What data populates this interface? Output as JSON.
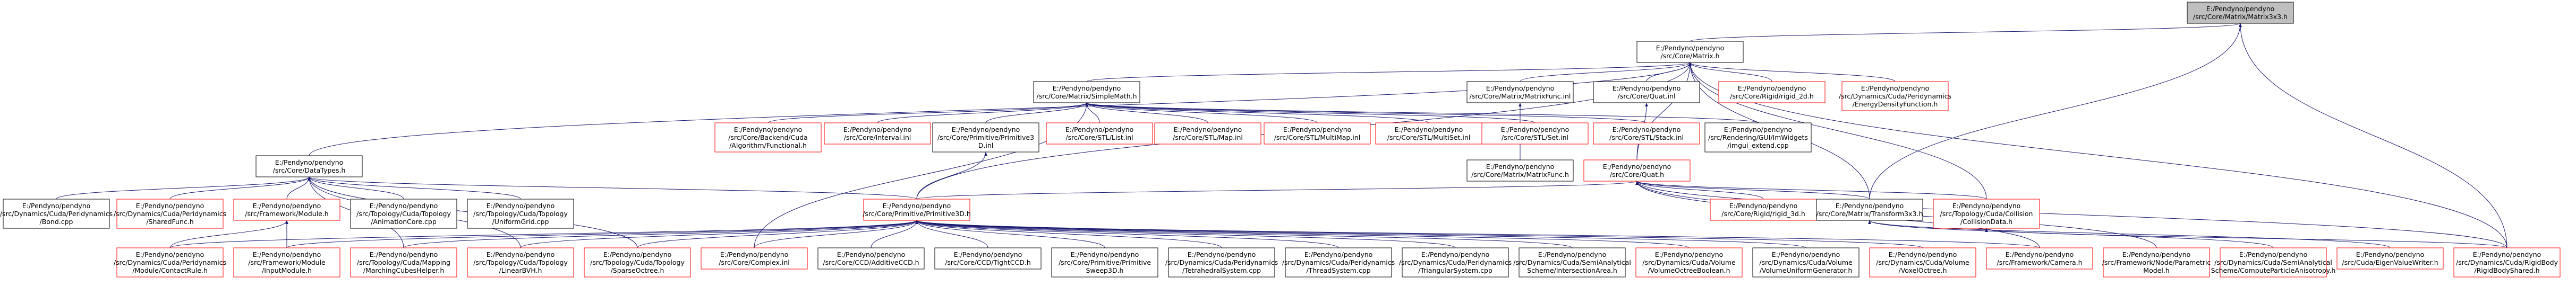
{
  "colors": {
    "edge": "#191970",
    "root_fill": "#bfbfbf",
    "root_border": "#000000",
    "node_border": "#000000",
    "external_border": "#ff0000",
    "node_fill": "#ffffff",
    "text": "#000000"
  },
  "graph": {
    "nodes": [
      {
        "id": "matrix3x3",
        "label": [
          "E:/Pendyno/pendyno",
          "/src/Core/Matrix/Matrix3x3.h"
        ],
        "kind": "root"
      },
      {
        "id": "matrix",
        "label": [
          "E:/Pendyno/pendyno",
          "/src/Core/Matrix.h"
        ],
        "kind": "normal"
      },
      {
        "id": "simplemath",
        "label": [
          "E:/Pendyno/pendyno",
          "/src/Core/Matrix/SimpleMath.h"
        ],
        "kind": "normal"
      },
      {
        "id": "matrixfunc_inl",
        "label": [
          "E:/Pendyno/pendyno",
          "/src/Core/Matrix/MatrixFunc.inl"
        ],
        "kind": "normal"
      },
      {
        "id": "quat_inl",
        "label": [
          "E:/Pendyno/pendyno",
          "/src/Core/Quat.inl"
        ],
        "kind": "normal"
      },
      {
        "id": "rigid2d",
        "label": [
          "E:/Pendyno/pendyno",
          "/src/Core/Rigid/rigid_2d.h"
        ],
        "kind": "external"
      },
      {
        "id": "energydensity",
        "label": [
          "E:/Pendyno/pendyno",
          "/src/Dynamics/Cuda/Peridynamics",
          "/EnergyDensityFunction.h"
        ],
        "kind": "external"
      },
      {
        "id": "datatypes",
        "label": [
          "E:/Pendyno/pendyno",
          "/src/Core/DataTypes.h"
        ],
        "kind": "normal"
      },
      {
        "id": "functional",
        "label": [
          "E:/Pendyno/pendyno",
          "/src/Core/Backend/Cuda",
          "/Algorithm/Functional.h"
        ],
        "kind": "external"
      },
      {
        "id": "interval_inl",
        "label": [
          "E:/Pendyno/pendyno",
          "/src/Core/Interval.inl"
        ],
        "kind": "external"
      },
      {
        "id": "primitive3d_inl",
        "label": [
          "E:/Pendyno/pendyno",
          "/src/Core/Primitive/Primitive3",
          "D.inl"
        ],
        "kind": "normal"
      },
      {
        "id": "stl_list",
        "label": [
          "E:/Pendyno/pendyno",
          "/src/Core/STL/List.inl"
        ],
        "kind": "external"
      },
      {
        "id": "stl_map",
        "label": [
          "E:/Pendyno/pendyno",
          "/src/Core/STL/Map.inl"
        ],
        "kind": "external"
      },
      {
        "id": "stl_multimap",
        "label": [
          "E:/Pendyno/pendyno",
          "/src/Core/STL/MultiMap.inl"
        ],
        "kind": "external"
      },
      {
        "id": "stl_multiset",
        "label": [
          "E:/Pendyno/pendyno",
          "/src/Core/STL/MultiSet.inl"
        ],
        "kind": "external"
      },
      {
        "id": "stl_set",
        "label": [
          "E:/Pendyno/pendyno",
          "/src/Core/STL/Set.inl"
        ],
        "kind": "external"
      },
      {
        "id": "stl_stack",
        "label": [
          "E:/Pendyno/pendyno",
          "/src/Core/STL/Stack.inl"
        ],
        "kind": "external"
      },
      {
        "id": "imgui_extend",
        "label": [
          "E:/Pendyno/pendyno",
          "/src/Rendering/GUI/ImWidgets",
          "/imgui_extend.cpp"
        ],
        "kind": "normal"
      },
      {
        "id": "matrixfunc_h",
        "label": [
          "E:/Pendyno/pendyno",
          "/src/Core/Matrix/MatrixFunc.h"
        ],
        "kind": "normal"
      },
      {
        "id": "quat_h",
        "label": [
          "E:/Pendyno/pendyno",
          "/src/Core/Quat.h"
        ],
        "kind": "external"
      },
      {
        "id": "bond",
        "label": [
          "E:/Pendyno/pendyno",
          "/src/Dynamics/Cuda/Peridynamics",
          "/Bond.cpp"
        ],
        "kind": "normal"
      },
      {
        "id": "sharedfunc",
        "label": [
          "E:/Pendyno/pendyno",
          "/src/Dynamics/Cuda/Peridynamics",
          "/SharedFunc.h"
        ],
        "kind": "external"
      },
      {
        "id": "module_h",
        "label": [
          "E:/Pendyno/pendyno",
          "/src/Framework/Module.h"
        ],
        "kind": "external"
      },
      {
        "id": "animationcore",
        "label": [
          "E:/Pendyno/pendyno",
          "/src/Topology/Cuda/Topology",
          "/AnimationCore.cpp"
        ],
        "kind": "normal"
      },
      {
        "id": "uniformgrid",
        "label": [
          "E:/Pendyno/pendyno",
          "/src/Topology/Cuda/Topology",
          "/UniformGrid.cpp"
        ],
        "kind": "normal"
      },
      {
        "id": "primitive3d_h",
        "label": [
          "E:/Pendyno/pendyno",
          "/src/Core/Primitive/Primitive3D.h"
        ],
        "kind": "external"
      },
      {
        "id": "rigid3d",
        "label": [
          "E:/Pendyno/pendyno",
          "/src/Core/Rigid/rigid_3d.h"
        ],
        "kind": "external"
      },
      {
        "id": "transform3x3",
        "label": [
          "E:/Pendyno/pendyno",
          "/src/Core/Matrix/Transform3x3.h"
        ],
        "kind": "normal"
      },
      {
        "id": "collisiondata",
        "label": [
          "E:/Pendyno/pendyno",
          "/src/Topology/Cuda/Collision",
          "/CollisionData.h"
        ],
        "kind": "external"
      },
      {
        "id": "contactrule",
        "label": [
          "E:/Pendyno/pendyno",
          "/src/Dynamics/Cuda/Peridynamics",
          "/Module/ContactRule.h"
        ],
        "kind": "external"
      },
      {
        "id": "inputmodule",
        "label": [
          "E:/Pendyno/pendyno",
          "/src/Framework/Module",
          "/InputModule.h"
        ],
        "kind": "external"
      },
      {
        "id": "marchingcubes",
        "label": [
          "E:/Pendyno/pendyno",
          "/src/Topology/Cuda/Mapping",
          "/MarchingCubesHelper.h"
        ],
        "kind": "external"
      },
      {
        "id": "linearbvh",
        "label": [
          "E:/Pendyno/pendyno",
          "/src/Topology/Cuda/Topology",
          "/LinearBVH.h"
        ],
        "kind": "external"
      },
      {
        "id": "sparseoctree",
        "label": [
          "E:/Pendyno/pendyno",
          "/src/Topology/Cuda/Topology",
          "/SparseOctree.h"
        ],
        "kind": "external"
      },
      {
        "id": "complex_inl",
        "label": [
          "E:/Pendyno/pendyno",
          "/src/Core/Complex.inl"
        ],
        "kind": "external"
      },
      {
        "id": "additiveccd",
        "label": [
          "E:/Pendyno/pendyno",
          "/src/Core/CCD/AdditiveCCD.h"
        ],
        "kind": "normal"
      },
      {
        "id": "tightccd",
        "label": [
          "E:/Pendyno/pendyno",
          "/src/Core/CCD/TightCCD.h"
        ],
        "kind": "normal"
      },
      {
        "id": "primitivesweep",
        "label": [
          "E:/Pendyno/pendyno",
          "/src/Core/Primitive/Primitive",
          "Sweep3D.h"
        ],
        "kind": "normal"
      },
      {
        "id": "tetrahedral",
        "label": [
          "E:/Pendyno/pendyno",
          "/src/Dynamics/Cuda/Peridynamics",
          "/TetrahedralSystem.cpp"
        ],
        "kind": "normal"
      },
      {
        "id": "threadsystem",
        "label": [
          "E:/Pendyno/pendyno",
          "/src/Dynamics/Cuda/Peridynamics",
          "/ThreadSystem.cpp"
        ],
        "kind": "normal"
      },
      {
        "id": "triangularsystem",
        "label": [
          "E:/Pendyno/pendyno",
          "/src/Dynamics/Cuda/Peridynamics",
          "/TriangularSystem.cpp"
        ],
        "kind": "normal"
      },
      {
        "id": "semianalytical",
        "label": [
          "E:/Pendyno/pendyno",
          "/src/Dynamics/Cuda/SemiAnalytical",
          "Scheme/IntersectionArea.h"
        ],
        "kind": "normal"
      },
      {
        "id": "voxelboolean",
        "label": [
          "E:/Pendyno/pendyno",
          "/src/Dynamics/Cuda/Volume",
          "/VolumeOctreeBoolean.h"
        ],
        "kind": "external"
      },
      {
        "id": "uniformgenerator",
        "label": [
          "E:/Pendyno/pendyno",
          "/src/Dynamics/Cuda/Volume",
          "/VolumeUniformGenerator.h"
        ],
        "kind": "normal"
      },
      {
        "id": "voxeloctree",
        "label": [
          "E:/Pendyno/pendyno",
          "/src/Dynamics/Cuda/Volume",
          "/VoxelOctree.h"
        ],
        "kind": "external"
      },
      {
        "id": "camera",
        "label": [
          "E:/Pendyno/pendyno",
          "/src/Framework/Camera.h"
        ],
        "kind": "external"
      },
      {
        "id": "parametricmodel",
        "label": [
          "E:/Pendyno/pendyno",
          "/src/Framework/Node/Parametric",
          "Model.h"
        ],
        "kind": "external"
      },
      {
        "id": "computeparticle",
        "label": [
          "E:/Pendyno/pendyno",
          "/src/Dynamics/Cuda/SemiAnalytical",
          "Scheme/ComputeParticleAnisotropy.h"
        ],
        "kind": "external"
      },
      {
        "id": "eigenvalue",
        "label": [
          "E:/Pendyno/pendyno",
          "/src/Cuda/EigenValueWriter.h"
        ],
        "kind": "external"
      },
      {
        "id": "rigidbodyshared",
        "label": [
          "E:/Pendyno/pendyno",
          "/src/Dynamics/Cuda/RigidBody",
          "/RigidBodyShared.h"
        ],
        "kind": "external"
      }
    ],
    "edges": [
      [
        "matrix",
        "matrix3x3"
      ],
      [
        "transform3x3",
        "matrix3x3"
      ],
      [
        "rigidbodyshared",
        "matrix3x3"
      ],
      [
        "simplemath",
        "matrix"
      ],
      [
        "matrixfunc_inl",
        "matrix"
      ],
      [
        "quat_inl",
        "matrix"
      ],
      [
        "rigid2d",
        "matrix"
      ],
      [
        "energydensity",
        "matrix"
      ],
      [
        "datatypes",
        "matrix"
      ],
      [
        "primitive3d_h",
        "matrix"
      ],
      [
        "quat_h",
        "matrix"
      ],
      [
        "transform3x3",
        "matrix"
      ],
      [
        "collisiondata",
        "matrix"
      ],
      [
        "rigidbodyshared",
        "matrix"
      ],
      [
        "functional",
        "simplemath"
      ],
      [
        "interval_inl",
        "simplemath"
      ],
      [
        "primitive3d_inl",
        "simplemath"
      ],
      [
        "stl_list",
        "simplemath"
      ],
      [
        "stl_map",
        "simplemath"
      ],
      [
        "stl_multimap",
        "simplemath"
      ],
      [
        "stl_multiset",
        "simplemath"
      ],
      [
        "stl_set",
        "simplemath"
      ],
      [
        "stl_stack",
        "simplemath"
      ],
      [
        "imgui_extend",
        "simplemath"
      ],
      [
        "complex_inl",
        "simplemath"
      ],
      [
        "matrixfunc_h",
        "matrixfunc_inl"
      ],
      [
        "quat_h",
        "quat_inl"
      ],
      [
        "primitive3d_h",
        "primitive3d_inl"
      ],
      [
        "bond",
        "datatypes"
      ],
      [
        "sharedfunc",
        "datatypes"
      ],
      [
        "module_h",
        "datatypes"
      ],
      [
        "animationcore",
        "datatypes"
      ],
      [
        "uniformgrid",
        "datatypes"
      ],
      [
        "marchingcubes",
        "datatypes"
      ],
      [
        "linearbvh",
        "datatypes"
      ],
      [
        "sparseoctree",
        "datatypes"
      ],
      [
        "primitive3d_h",
        "datatypes"
      ],
      [
        "contactrule",
        "module_h"
      ],
      [
        "inputmodule",
        "module_h"
      ],
      [
        "primitive3d_h",
        "quat_h"
      ],
      [
        "rigid3d",
        "quat_h"
      ],
      [
        "transform3x3",
        "quat_h"
      ],
      [
        "collisiondata",
        "quat_h"
      ],
      [
        "rigidbodyshared",
        "quat_h"
      ],
      [
        "parametricmodel",
        "quat_h"
      ],
      [
        "camera",
        "quat_h"
      ],
      [
        "contactrule",
        "primitive3d_h"
      ],
      [
        "inputmodule",
        "primitive3d_h"
      ],
      [
        "marchingcubes",
        "primitive3d_h"
      ],
      [
        "linearbvh",
        "primitive3d_h"
      ],
      [
        "sparseoctree",
        "primitive3d_h"
      ],
      [
        "complex_inl",
        "primitive3d_h"
      ],
      [
        "additiveccd",
        "primitive3d_h"
      ],
      [
        "tightccd",
        "primitive3d_h"
      ],
      [
        "primitivesweep",
        "primitive3d_h"
      ],
      [
        "tetrahedral",
        "primitive3d_h"
      ],
      [
        "threadsystem",
        "primitive3d_h"
      ],
      [
        "triangularsystem",
        "primitive3d_h"
      ],
      [
        "semianalytical",
        "primitive3d_h"
      ],
      [
        "voxelboolean",
        "primitive3d_h"
      ],
      [
        "uniformgenerator",
        "primitive3d_h"
      ],
      [
        "voxeloctree",
        "primitive3d_h"
      ],
      [
        "camera",
        "primitive3d_h"
      ],
      [
        "computeparticle",
        "transform3x3"
      ],
      [
        "eigenvalue",
        "transform3x3"
      ],
      [
        "rigidbodyshared",
        "collisiondata"
      ]
    ]
  }
}
